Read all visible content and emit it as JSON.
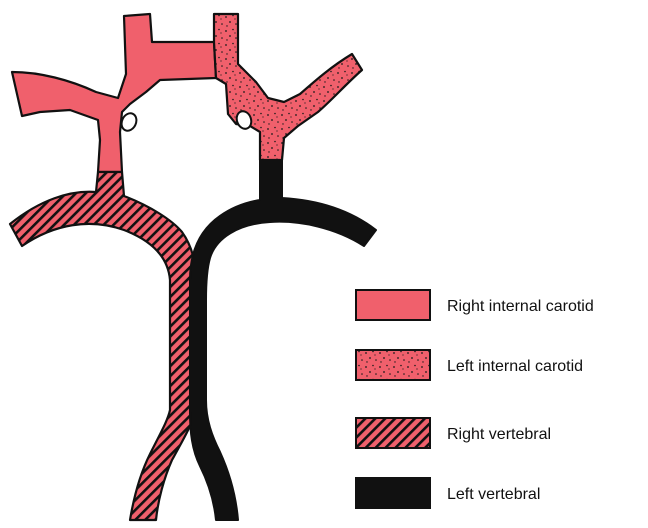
{
  "colors": {
    "right_internal_carotid": "#f0606c",
    "left_internal_carotid": "#f0606c",
    "stipple": "#1a1a1a",
    "right_vertebral_hatch": "#111111",
    "left_vertebral": "#111111",
    "outline": "#111111"
  },
  "legend": [
    {
      "key": "right_internal_carotid",
      "label": "Right internal carotid",
      "pattern": "solid-pink"
    },
    {
      "key": "left_internal_carotid",
      "label": "Left internal carotid",
      "pattern": "stippled-pink"
    },
    {
      "key": "right_vertebral",
      "label": "Right vertebral",
      "pattern": "hatched-pink"
    },
    {
      "key": "left_vertebral",
      "label": "Left vertebral",
      "pattern": "solid-black"
    }
  ]
}
